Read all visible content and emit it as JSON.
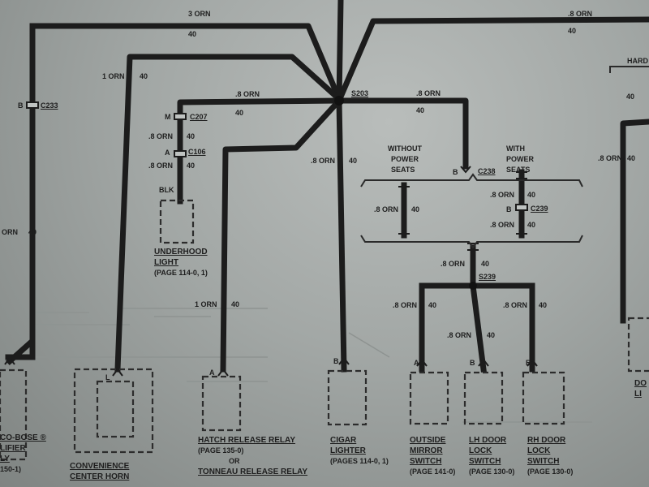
{
  "wires": {
    "top_left": {
      "gauge": "3 ORN",
      "circuit": "40"
    },
    "top_right": {
      "gauge": ".8 ORN",
      "circuit": "40"
    },
    "horn_feed": {
      "gauge": "1 ORN",
      "circuit": "40"
    },
    "left_vertical_connector": "B",
    "left_vertical_splice": "C233",
    "left_vertical": {
      "gauge": "ORN",
      "circuit": "40"
    },
    "underhood_feed": {
      "gauge": ".8 ORN",
      "circuit": "40"
    },
    "underhood_m": "M",
    "underhood_c207": "C207",
    "underhood_mid": {
      "gauge": ".8 ORN",
      "circuit": "40"
    },
    "underhood_a": "A",
    "underhood_c106": "C106",
    "underhood_low": {
      "gauge": ".8 ORN",
      "circuit": "40"
    },
    "underhood_blk": "BLK",
    "splice_main": "S203",
    "seats_feed": {
      "gauge": ".8 ORN",
      "circuit": "40"
    },
    "cigar_feed": {
      "gauge": ".8 ORN",
      "circuit": "40"
    },
    "hatch_feed": {
      "gauge": "1 ORN",
      "circuit": "40"
    },
    "without_seats": {
      "gauge": ".8 ORN",
      "circuit": "40"
    },
    "with_seats_b": "B",
    "with_seats_c238": "C238",
    "with_seats_top": {
      "gauge": ".8 ORN",
      "circuit": "40"
    },
    "with_seats_b2": "B",
    "with_seats_c239": "C239",
    "with_seats_low": {
      "gauge": ".8 ORN",
      "circuit": "40"
    },
    "lower_feed": {
      "gauge": ".8 ORN",
      "circuit": "40"
    },
    "splice_lower": "S239",
    "mirror_feed": {
      "gauge": ".8 ORN",
      "circuit": "40"
    },
    "lh_feed": {
      "gauge": ".8 ORN",
      "circuit": "40"
    },
    "rh_feed": {
      "gauge": ".8 ORN",
      "circuit": "40"
    },
    "right_edge": {
      "gauge": ".8 ORN",
      "circuit": "40"
    }
  },
  "notes": {
    "without_power_seats": [
      "WITHOUT",
      "POWER",
      "SEATS"
    ],
    "with_power_seats": [
      "WITH",
      "POWER",
      "SEATS"
    ],
    "hard_cutoff": "HARD",
    "right_edge_circuit": "40"
  },
  "components": {
    "amplifier": {
      "lines": [
        "CO-BOSE ®",
        "LIFIER",
        "LY"
      ],
      "page": "150-1)"
    },
    "horn": {
      "pin": "L",
      "lines": [
        "CONVENIENCE",
        "CENTER HORN"
      ]
    },
    "underhood_light": {
      "lines": [
        "UNDERHOOD",
        "LIGHT"
      ],
      "page": "(PAGE 114-0, 1)"
    },
    "hatch_relay": {
      "pin": "A",
      "line": "HATCH RELEASE RELAY",
      "page": "(PAGE 135-0)",
      "or": "OR",
      "alt": "TONNEAU RELEASE RELAY"
    },
    "cigar_lighter": {
      "pin": "B",
      "lines": [
        "CIGAR",
        "LIGHTER"
      ],
      "page": "(PAGES 114-0, 1)"
    },
    "mirror_switch": {
      "pin": "A",
      "lines": [
        "OUTSIDE",
        "MIRROR",
        "SWITCH"
      ],
      "page": "(PAGE 141-0)"
    },
    "lh_lock": {
      "pin": "B",
      "lines": [
        "LH DOOR",
        "LOCK",
        "SWITCH"
      ],
      "page": "(PAGE 130-0)"
    },
    "rh_lock": {
      "pin": "B",
      "lines": [
        "RH DOOR",
        "LOCK",
        "SWITCH"
      ],
      "page": "(PAGE 130-0)"
    },
    "right_edge_component": {
      "lines": [
        "DO",
        "LI"
      ]
    }
  }
}
